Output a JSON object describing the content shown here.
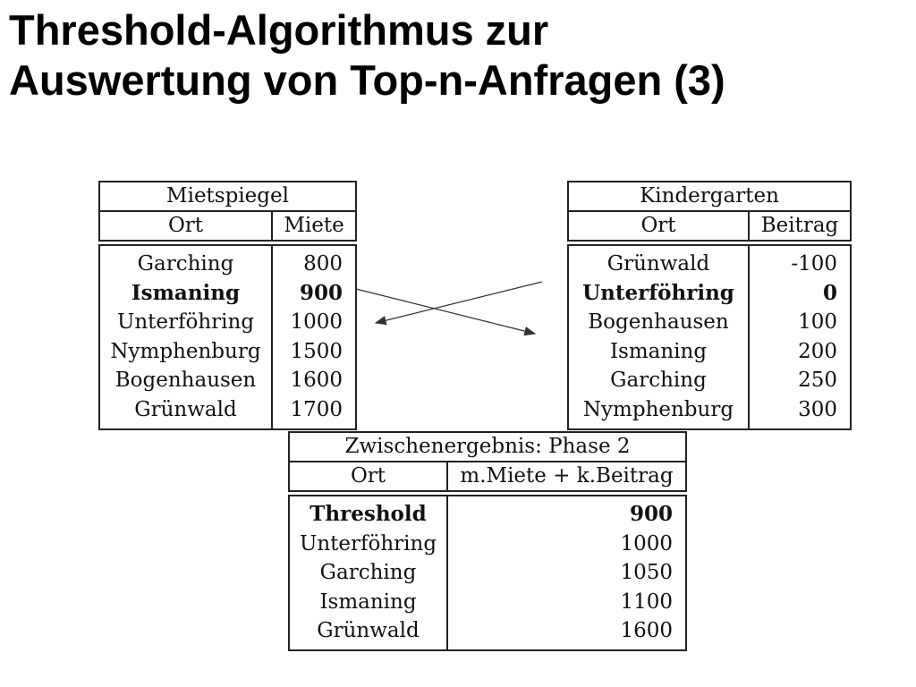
{
  "slide": {
    "title_line1": "Threshold-Algorithmus zur",
    "title_line2": "Auswertung von Top-n-Anfragen (3)"
  },
  "mietspiegel": {
    "caption": "Mietspiegel",
    "col_ort": "Ort",
    "col_value": "Miete",
    "rows": [
      {
        "ort": "Garching",
        "value": "800",
        "bold": false
      },
      {
        "ort": "Ismaning",
        "value": "900",
        "bold": true
      },
      {
        "ort": "Unterföhring",
        "value": "1000",
        "bold": false
      },
      {
        "ort": "Nymphenburg",
        "value": "1500",
        "bold": false
      },
      {
        "ort": "Bogenhausen",
        "value": "1600",
        "bold": false
      },
      {
        "ort": "Grünwald",
        "value": "1700",
        "bold": false
      }
    ]
  },
  "kindergarten": {
    "caption": "Kindergarten",
    "col_ort": "Ort",
    "col_value": "Beitrag",
    "rows": [
      {
        "ort": "Grünwald",
        "value": "-100",
        "bold": false
      },
      {
        "ort": "Unterföhring",
        "value": "0",
        "bold": true
      },
      {
        "ort": "Bogenhausen",
        "value": "100",
        "bold": false
      },
      {
        "ort": "Ismaning",
        "value": "200",
        "bold": false
      },
      {
        "ort": "Garching",
        "value": "250",
        "bold": false
      },
      {
        "ort": "Nymphenburg",
        "value": "300",
        "bold": false
      }
    ]
  },
  "zwischenergebnis": {
    "caption": "Zwischenergebnis: Phase 2",
    "col_ort": "Ort",
    "col_value": "m.Miete + k.Beitrag",
    "rows": [
      {
        "ort": "Threshold",
        "value": "900",
        "bold": true
      },
      {
        "ort": "Unterföhring",
        "value": "1000",
        "bold": false
      },
      {
        "ort": "Garching",
        "value": "1050",
        "bold": false
      },
      {
        "ort": "Ismaning",
        "value": "1100",
        "bold": false
      },
      {
        "ort": "Grünwald",
        "value": "1600",
        "bold": false
      }
    ]
  }
}
